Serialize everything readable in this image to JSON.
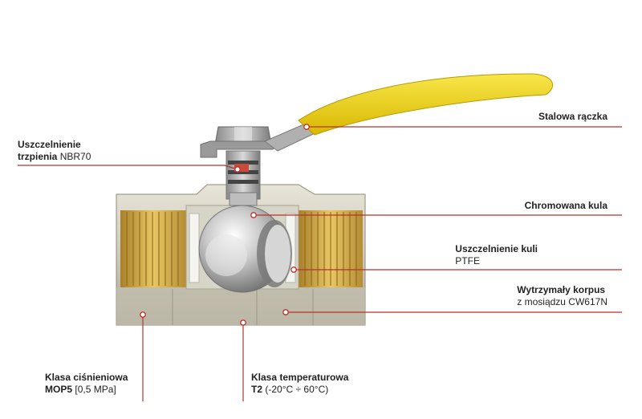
{
  "callouts": {
    "handle": {
      "bold": "Stalowa rączka"
    },
    "stem_seal": {
      "bold_line1": "Uszczelnienie",
      "bold_line2": "trzpienia",
      "normal_line2": "NBR70"
    },
    "ball": {
      "bold": "Chromowana kula"
    },
    "ball_seal": {
      "bold": "Uszczelnienie kuli",
      "normal": "PTFE"
    },
    "body": {
      "bold": "Wytrzymały korpus",
      "normal": "z mosiądzu CW617N"
    },
    "pressure": {
      "bold_line1": "Klasa ciśnieniowa",
      "bold_line2": "MOP5",
      "normal_line2": "[0,5 MPa]"
    },
    "temperature": {
      "bold_line1": "Klasa temperaturowa",
      "bold_line2": "T2",
      "normal_line2": "(-20°C ÷ 60°C)"
    }
  },
  "colors": {
    "callout_line": "#b8322e",
    "handle_yellow": "#f2d400",
    "brass": "#d8b24a",
    "nickel": "#c9c6b8"
  }
}
